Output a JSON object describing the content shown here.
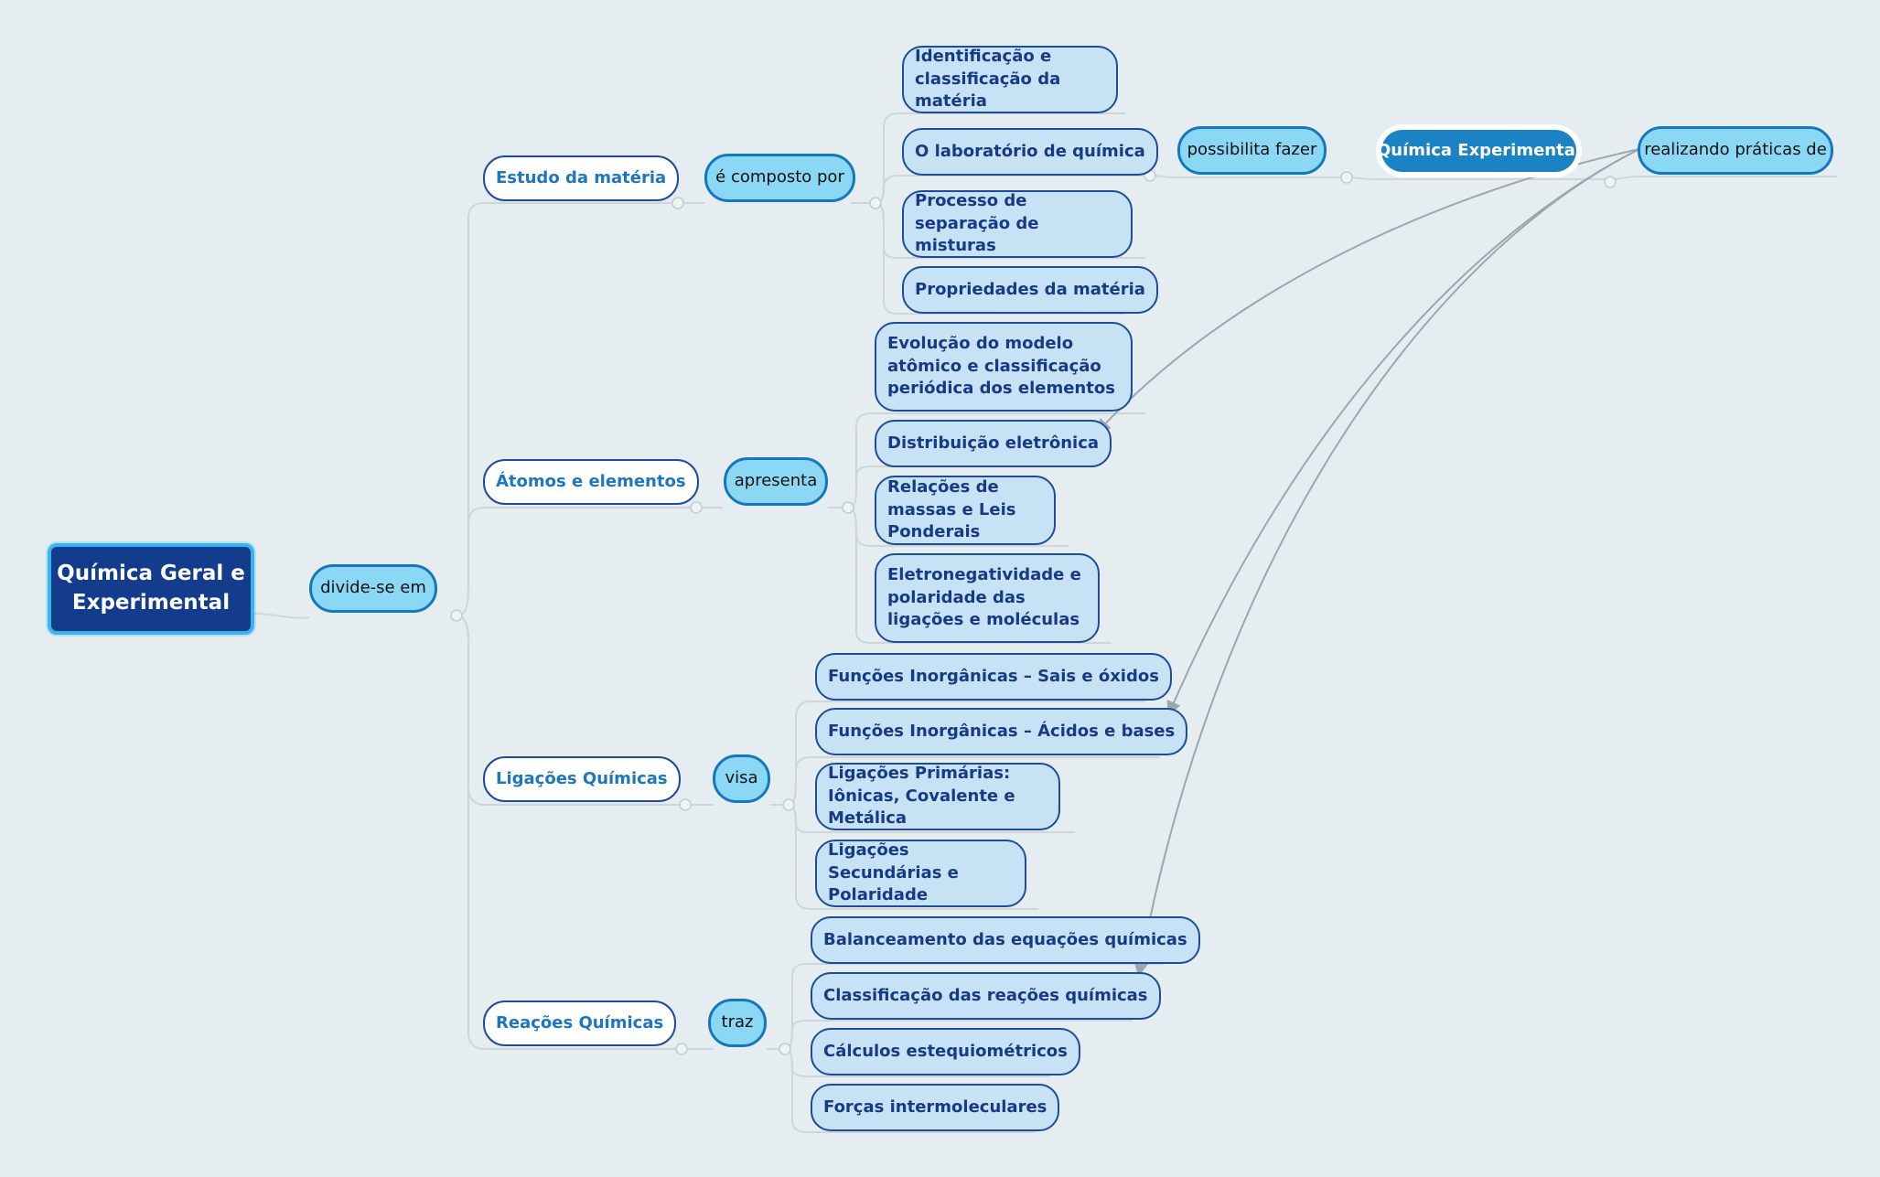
{
  "root": "Química Geral e Experimental",
  "root_link": "divide-se em",
  "branches": [
    {
      "label": "Estudo da matéria",
      "link": "é composto por",
      "items": [
        "Identificação e classificação da matéria",
        "O laboratório de química",
        "Processo de separação de misturas",
        "Propriedades da matéria"
      ]
    },
    {
      "label": "Átomos e elementos",
      "link": "apresenta",
      "items": [
        "Evolução do modelo atômico e classificação periódica dos elementos",
        "Distribuição eletrônica",
        "Relações de massas e Leis Ponderais",
        "Eletronegatividade e polaridade das ligações e moléculas"
      ]
    },
    {
      "label": "Ligações Químicas",
      "link": "visa",
      "items": [
        "Funções Inorgânicas – Sais e óxidos",
        "Funções Inorgânicas – Ácidos e bases",
        "Ligações Primárias: Iônicas, Covalente e Metálica",
        "Ligações Secundárias e Polaridade"
      ]
    },
    {
      "label": "Reações Químicas",
      "link": "traz",
      "items": [
        "Balanceamento das equações químicas",
        "Classificação das reações químicas",
        "Cálculos estequiométricos",
        "Forças intermoleculares"
      ]
    }
  ],
  "lab_chain": {
    "link1": "possibilita fazer",
    "topic": "Química Experimental",
    "link2": "realizando práticas de"
  },
  "colors": {
    "background": "#e6edf1",
    "root_fill": "#143c8c",
    "link_fill": "#8ad8f4",
    "leaf_fill": "#c7e2f4",
    "branch_text": "#1d76bf",
    "highlight_fill": "#1b82c4"
  }
}
